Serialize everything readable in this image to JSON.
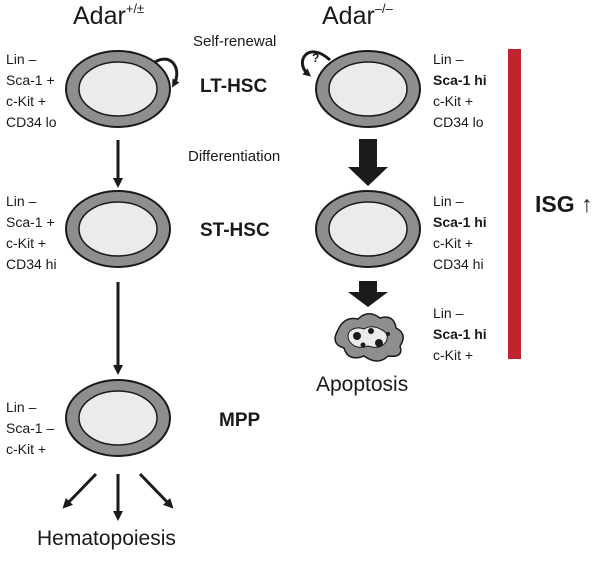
{
  "headers": {
    "wt_base": "Adar",
    "wt_sup": "+/±",
    "ko_base": "Adar",
    "ko_sup": "–/–"
  },
  "processes": {
    "self_renewal": "Self-renewal",
    "differentiation": "Differentiation"
  },
  "stages": {
    "lt_hsc": "LT-HSC",
    "st_hsc": "ST-HSC",
    "mpp": "MPP"
  },
  "markers": {
    "wt_lt": [
      "Lin –",
      "Sca-1 +",
      "c-Kit +",
      "CD34 lo"
    ],
    "wt_st": [
      "Lin –",
      "Sca-1 +",
      "c-Kit +",
      "CD34 hi"
    ],
    "wt_mpp": [
      "Lin –",
      "Sca-1 –",
      "c-Kit +"
    ],
    "ko_lt": [
      "Lin –",
      "Sca-1 hi",
      "c-Kit +",
      "CD34 lo"
    ],
    "ko_st": [
      "Lin –",
      "Sca-1 hi",
      "c-Kit +",
      "CD34 hi"
    ],
    "ko_apop": [
      "Lin –",
      "Sca-1 hi",
      "c-Kit +"
    ]
  },
  "unknown_mark": "?",
  "outcomes": {
    "apoptosis": "Apoptosis",
    "hematopoiesis": "Hematopoiesis"
  },
  "isg": {
    "label": "ISG",
    "arrow": "↑"
  },
  "colors": {
    "cell_outer": "#8e8e8e",
    "cell_inner": "#ebebeb",
    "isg_bar": "#c0252f",
    "ink": "#1a1a1a"
  }
}
